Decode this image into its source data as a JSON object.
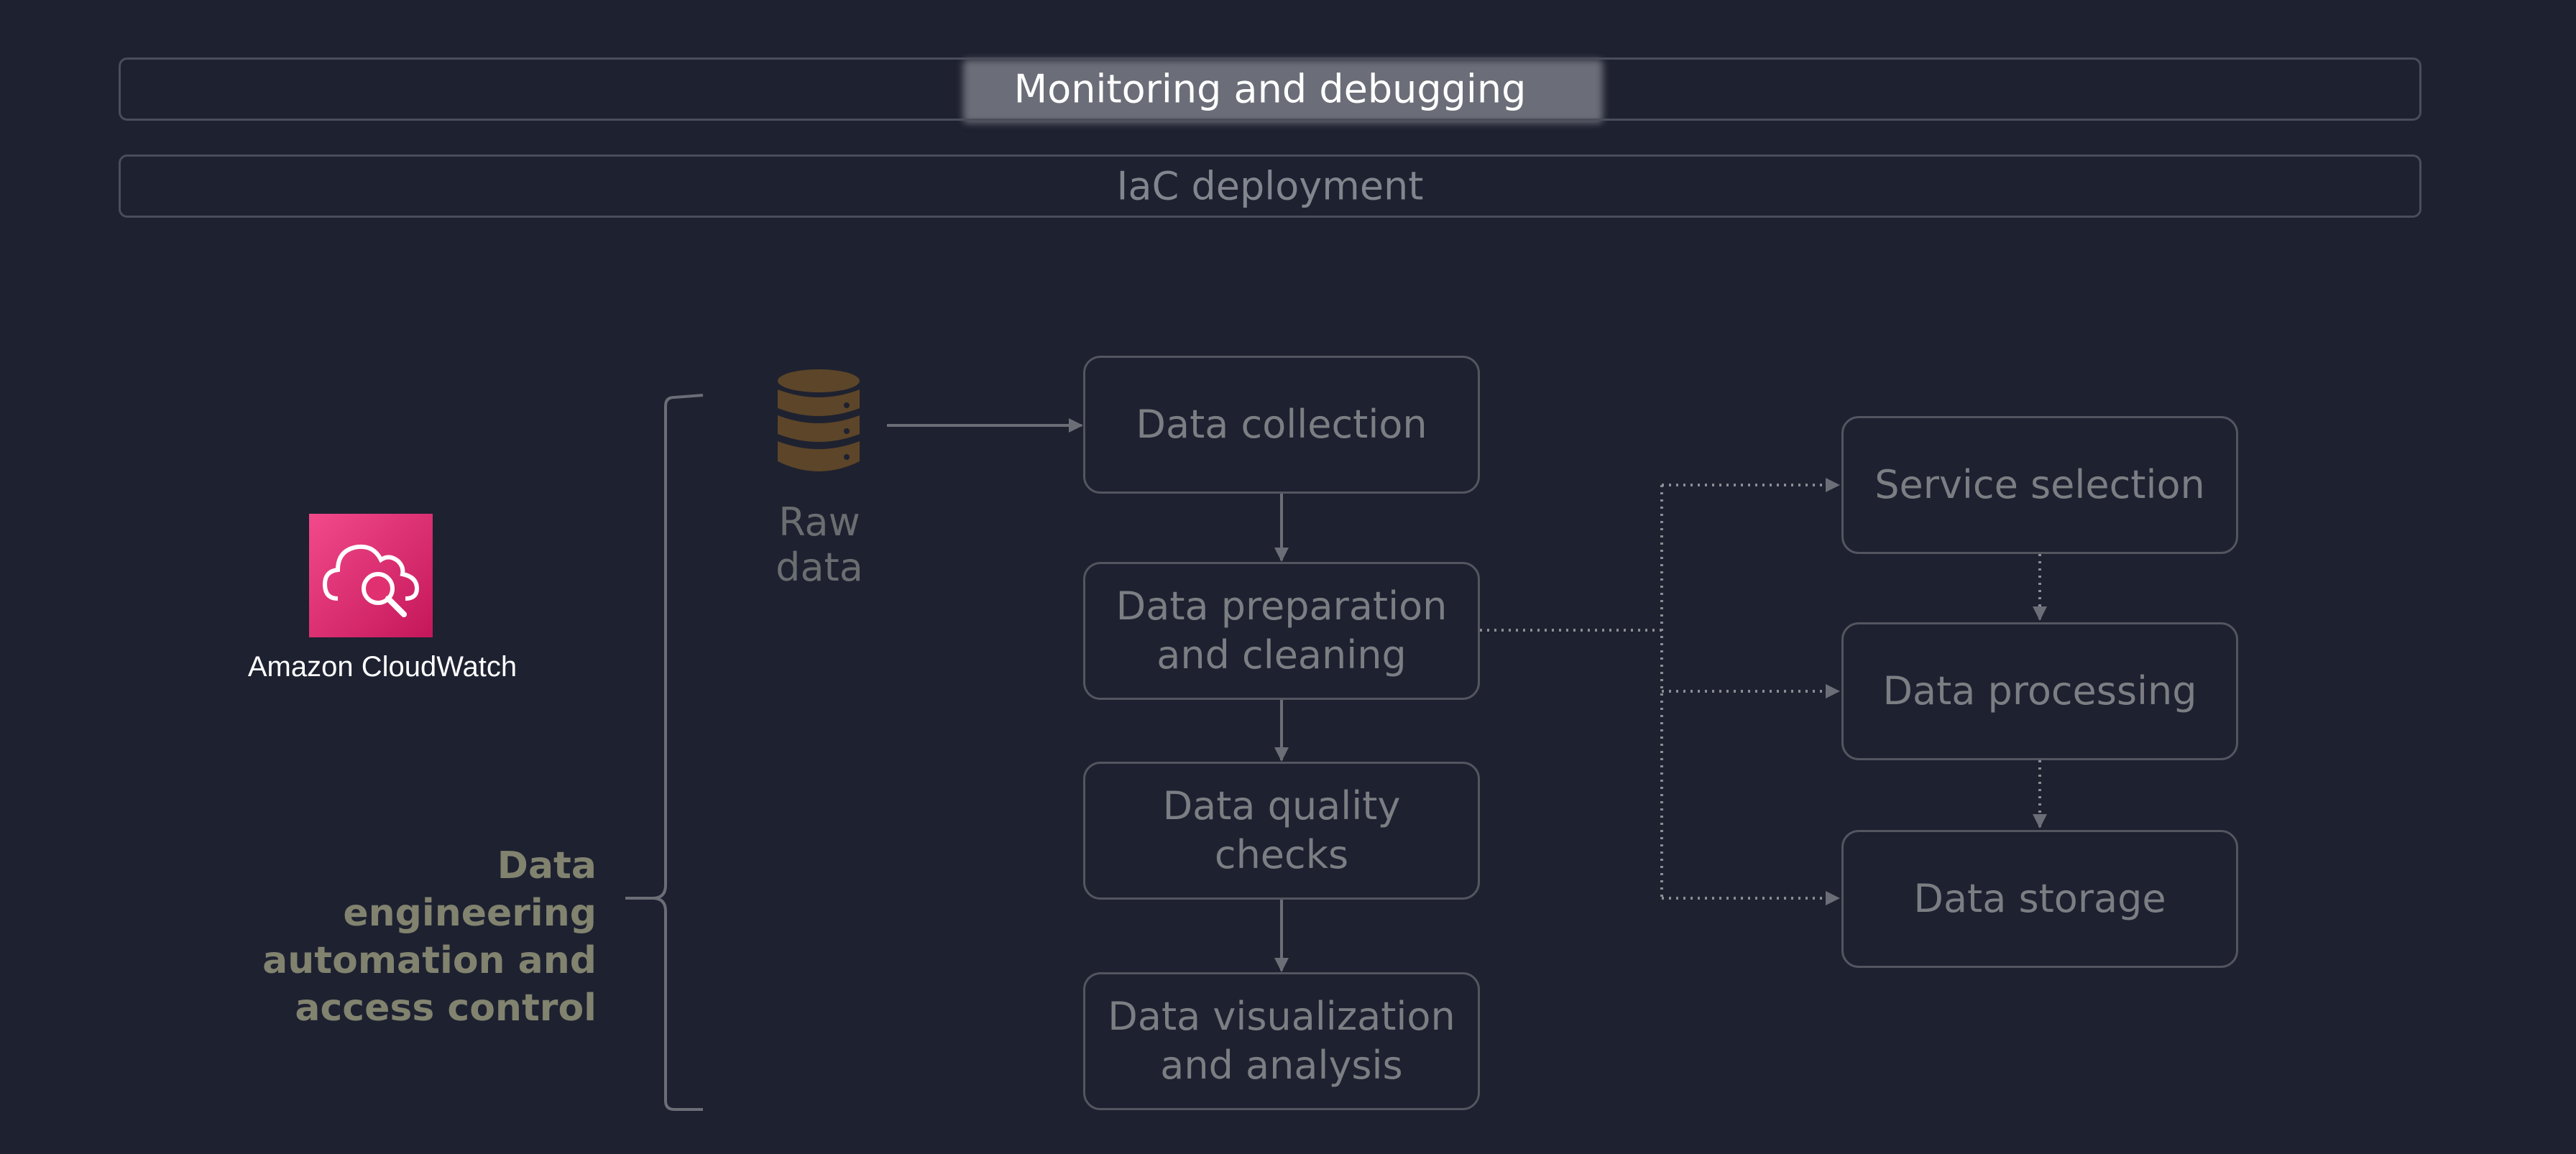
{
  "top_bars": {
    "monitoring": "Monitoring and debugging",
    "iac": "IaC deployment"
  },
  "cloudwatch": {
    "icon": "cloudwatch-icon",
    "label": "Amazon CloudWatch"
  },
  "raw_data": {
    "icon": "database-icon",
    "label": "Raw data"
  },
  "left_label": "Data engineering\nautomation and\naccess control",
  "pipeline": {
    "collection": "Data collection",
    "preparation": "Data preparation\nand cleaning",
    "quality": "Data quality\nchecks",
    "visualization": "Data visualization\nand analysis"
  },
  "side_pipeline": {
    "service": "Service selection",
    "processing": "Data processing",
    "storage": "Data storage"
  },
  "colors": {
    "background": "#1e2130",
    "border": "#53565f",
    "text": "#7b7e82",
    "cloudwatch": "#e7357a",
    "database": "#5c4528"
  }
}
